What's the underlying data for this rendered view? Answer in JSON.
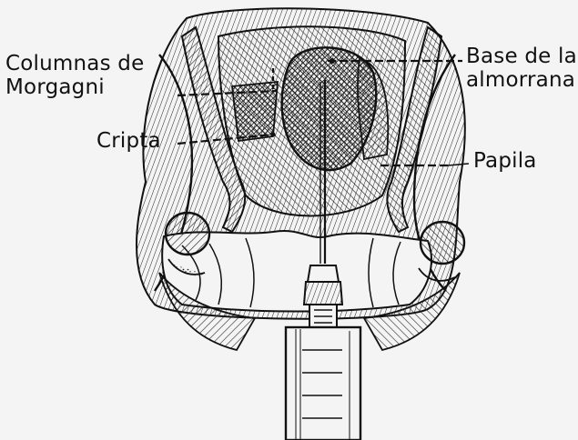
{
  "labels": {
    "columnas": "Columnas de",
    "morgagni": "Morgagni",
    "cripta": "Cripta",
    "base": "Base de la",
    "almorrana": "almorrana",
    "papila": "Papila"
  }
}
